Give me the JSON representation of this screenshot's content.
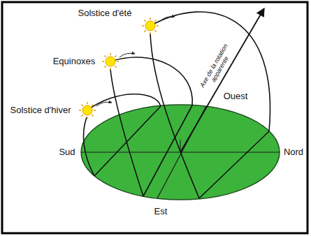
{
  "diagram": {
    "labels": [
      "Solstice d'été",
      "Equinoxes",
      "Solstice d'hiver",
      "Ouest",
      "Sud",
      "Nord",
      "Est",
      "Axe de la rotation apparente"
    ]
  }
}
